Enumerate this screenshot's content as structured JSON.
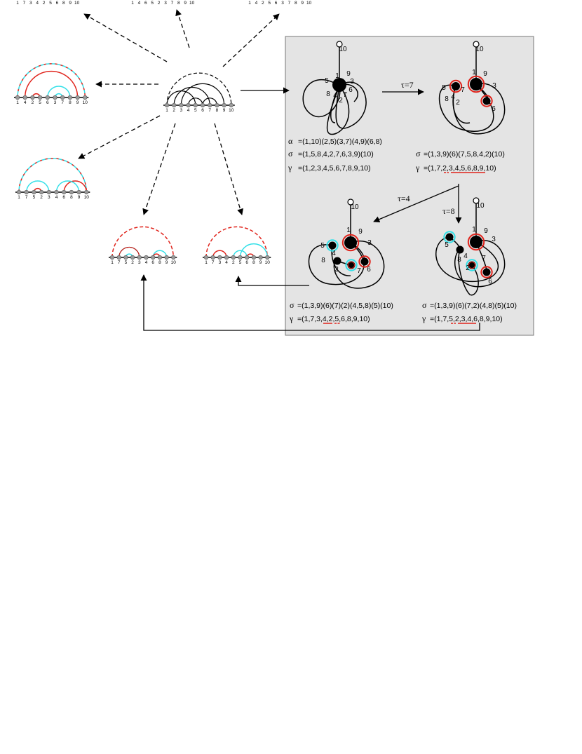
{
  "colors": {
    "panel_bg": "#e4e4e4",
    "red": "#e0231b",
    "cyan": "#33e0e8",
    "black": "#000000",
    "node_gray": "#9a9a9a"
  },
  "diagrams": {
    "top_left": {
      "labels": [
        "1",
        "7",
        "3",
        "4",
        "2",
        "5",
        "6",
        "8",
        "9",
        "10"
      ]
    },
    "top_mid": {
      "labels": [
        "1",
        "4",
        "6",
        "5",
        "2",
        "3",
        "7",
        "8",
        "9",
        "10"
      ]
    },
    "top_right": {
      "labels": [
        "1",
        "4",
        "2",
        "5",
        "6",
        "3",
        "7",
        "8",
        "9",
        "10"
      ]
    },
    "left_a": {
      "labels": [
        "1",
        "4",
        "2",
        "5",
        "6",
        "3",
        "7",
        "8",
        "9",
        "10"
      ]
    },
    "center": {
      "labels": [
        "1",
        "2",
        "3",
        "4",
        "5",
        "6",
        "7",
        "8",
        "9",
        "10"
      ]
    },
    "left_b": {
      "labels": [
        "1",
        "7",
        "5",
        "2",
        "3",
        "4",
        "6",
        "8",
        "9",
        "10"
      ]
    },
    "bot_a": {
      "labels": [
        "1",
        "7",
        "5",
        "2",
        "3",
        "4",
        "6",
        "8",
        "9",
        "10"
      ]
    },
    "bot_b": {
      "labels": [
        "1",
        "7",
        "3",
        "4",
        "2",
        "5",
        "6",
        "8",
        "9",
        "10"
      ]
    }
  },
  "panel": {
    "tau_top": "τ=7",
    "tau_left": "τ=4",
    "tau_right": "τ=8",
    "alpha_sym": "α",
    "sigma_sym": "σ",
    "gamma_sym": "γ",
    "map1": {
      "alpha": "=(1,10)(2,5)(3,7)(4,9)(6,8)",
      "sigma": "=(1,5,8,4,2,7,6,3,9)(10)",
      "gamma": "=(1,2,3,4,5,6,7,8,9,10)",
      "labels": [
        "10",
        "1",
        "9",
        "5",
        "3",
        "6",
        "8",
        "4",
        "7",
        "2"
      ]
    },
    "map2": {
      "sigma": "=(1,3,9)(6)(7,5,8,4,2)(10)",
      "gamma": "=(1,7,2,3,4,5,6,8,9,10)",
      "labels": [
        "10",
        "1",
        "9",
        "3",
        "5",
        "8",
        "4",
        "7",
        "2",
        "6"
      ]
    },
    "map3": {
      "sigma": "=(1,3,9)(6)(7)(2)(4,5,8)(5)(10)",
      "gamma": "=(1,7,3,4,2,5,6,8,9,10)",
      "labels": [
        "10",
        "1",
        "9",
        "3",
        "5",
        "4",
        "8",
        "2",
        "7",
        "6"
      ]
    },
    "map4": {
      "sigma": "=(1,3,9)(6)(7,2)(4,8)(5)(10)",
      "gamma": "=(1,7,5,2,3,4,6,8,9,10)",
      "labels": [
        "10",
        "1",
        "9",
        "3",
        "5",
        "4",
        "7",
        "8",
        "2",
        "6"
      ]
    }
  }
}
